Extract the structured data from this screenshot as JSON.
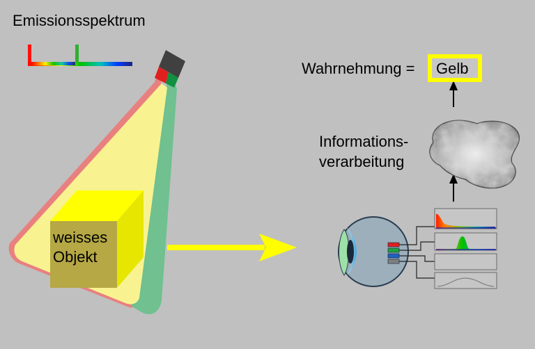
{
  "title": "Emissionsspektrum",
  "object_label": {
    "line1": "weisses",
    "line2": "Objekt"
  },
  "processing_label": {
    "line1": "Informations-",
    "line2": "verarbeitung"
  },
  "perception": {
    "prefix": "Wahrnehmung = ",
    "result": "Gelb"
  },
  "colors": {
    "background": "#c0c0c0",
    "red_beam": "#e88080",
    "green_beam": "#70c090",
    "yellow_light": "#f8f390",
    "highlight_yellow": "#ffff00",
    "arrow_yellow": "#ffff00",
    "cube_front": "#b5a845",
    "cube_top": "#ffff00",
    "cube_side": "#e6e600",
    "receptor_red": "#e02020",
    "receptor_green": "#20a040",
    "receptor_blue": "#2060c0",
    "receptor_gray": "#808080"
  },
  "icons": [
    "lamp-icon",
    "eye-icon",
    "brain-icon",
    "arrow-icon"
  ]
}
